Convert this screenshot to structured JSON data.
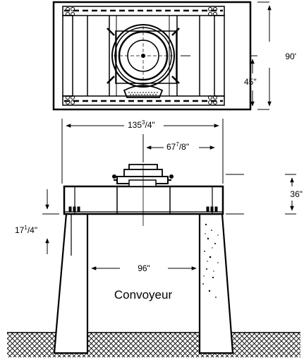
{
  "dimensions": {
    "total_depth": "90'",
    "half_depth": "45\"",
    "total_width": {
      "main": "135",
      "sup": "3",
      "tail": "/4\""
    },
    "half_width": {
      "main": "67",
      "sup": "7",
      "tail": "/8\""
    },
    "beam_height": "36\"",
    "column_offset": {
      "main": "17",
      "sup": "1",
      "tail": "/4\""
    },
    "clear_span": "96\""
  },
  "labels": {
    "conveyor": "Convoyeur"
  }
}
